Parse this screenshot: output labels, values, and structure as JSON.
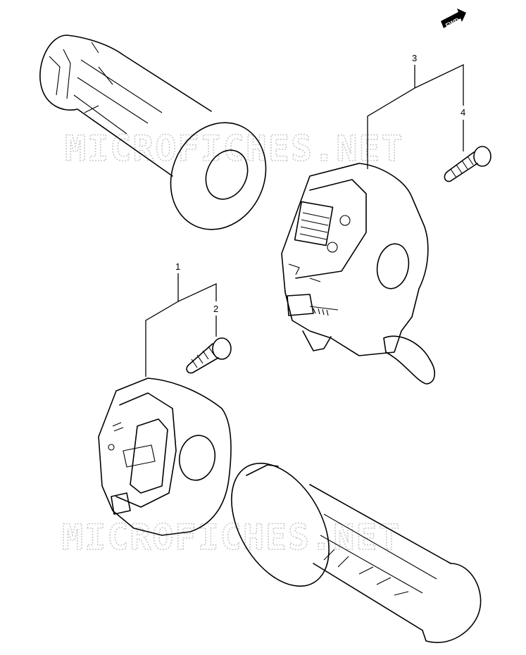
{
  "watermark": {
    "text": "MICROFICHES.NET"
  },
  "badge": {
    "fwd_label": "FWD"
  },
  "callouts": [
    {
      "id": "1",
      "label": "1"
    },
    {
      "id": "2",
      "label": "2"
    },
    {
      "id": "3",
      "label": "3"
    },
    {
      "id": "4",
      "label": "4"
    }
  ]
}
